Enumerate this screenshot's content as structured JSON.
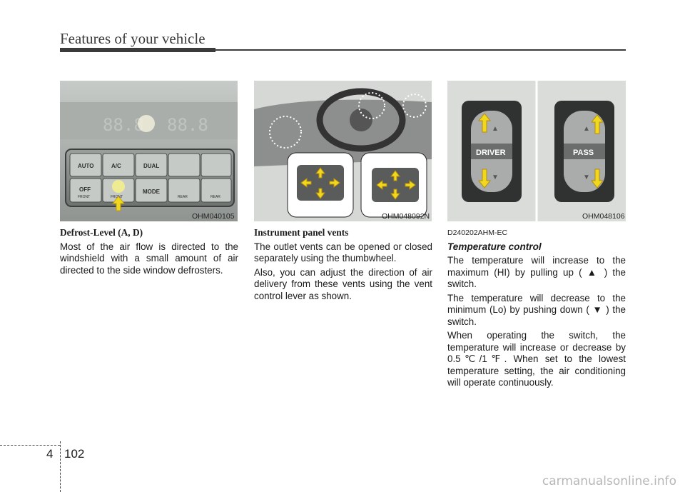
{
  "header": {
    "title": "Features of your vehicle"
  },
  "figures": [
    {
      "label": "OHM040105",
      "buttons_top": [
        "AUTO",
        "A/C",
        "DUAL"
      ],
      "buttons_bottom": [
        "OFF",
        "MODE"
      ],
      "sub_labels": [
        "FRONT",
        "FRONT",
        "REAR",
        "REAR"
      ]
    },
    {
      "label": "OHM048092N"
    },
    {
      "label": "OHM048106",
      "switches": [
        "DRIVER",
        "PASS"
      ]
    }
  ],
  "col1": {
    "heading": "Defrost-Level (A, D)",
    "body": "Most of the air flow is directed to the windshield with a small amount of air directed to the side window defrosters."
  },
  "col2": {
    "heading": "Instrument panel vents",
    "p1": "The outlet vents can be opened or closed separately using the thumbwheel.",
    "p2": "Also, you can adjust the direction of air delivery from these vents using the vent control lever as shown."
  },
  "col3": {
    "code": "D240202AHM-EC",
    "heading": "Temperature control",
    "p1": "The temperature will increase to the maximum (HI) by pulling up ( ▲ ) the switch.",
    "p2": "The temperature will decrease to the minimum (Lo) by pushing down ( ▼ ) the switch.",
    "p3": "When operating the switch, the temperature will increase or decrease by 0.5℃/1℉. When set to the lowest temperature setting, the air conditioning will operate continuously."
  },
  "footer": {
    "chapter": "4",
    "page": "102",
    "watermark": "carmanualsonline.info"
  }
}
